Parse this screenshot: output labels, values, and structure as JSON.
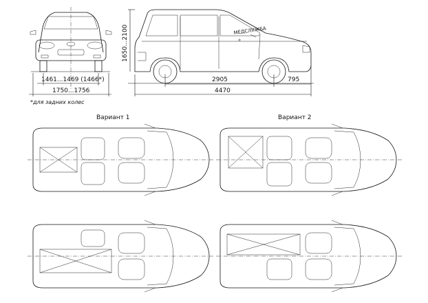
{
  "dimensions": {
    "height": "1650...2100",
    "front_track": "1461...1469 (1466*)",
    "width": "1750...1756",
    "wheelbase": "2905",
    "rear_overhang": "795",
    "length": "4470"
  },
  "footnote": "*для задних колес",
  "side_label": "МЕДСЛУЖБА",
  "variants": {
    "v1": "Вариант 1",
    "v2": "Вариант 2"
  }
}
